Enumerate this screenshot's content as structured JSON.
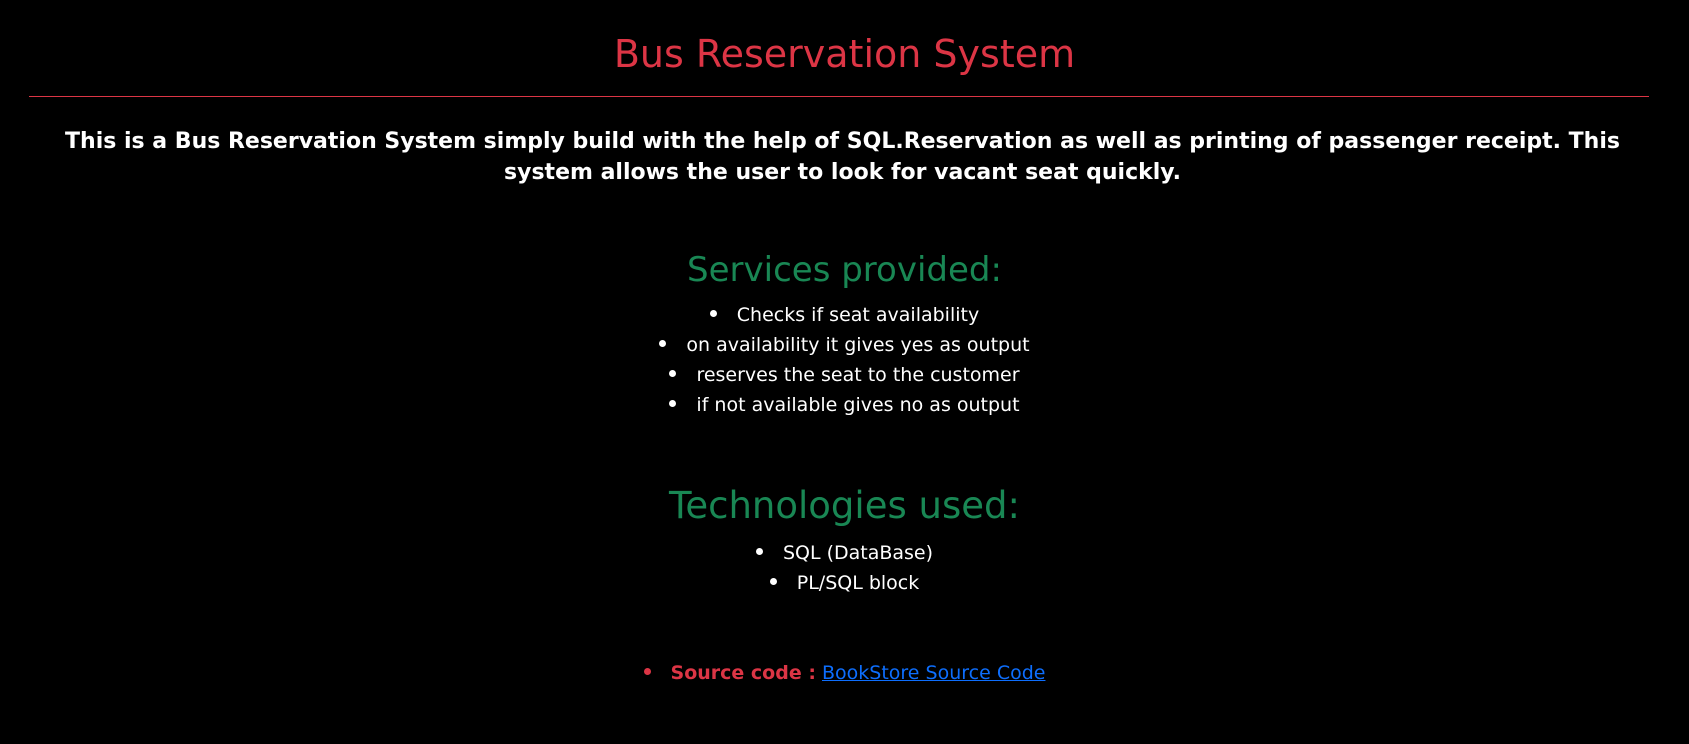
{
  "header": {
    "title": "Bus Reservation System"
  },
  "intro": {
    "text": "This is a Bus Reservation System simply build with the help of SQL.Reservation as well as printing of passenger receipt. This system allows the user to look for vacant seat quickly."
  },
  "services": {
    "heading": "Services provided:",
    "items": [
      "Checks if seat availability",
      "on availability it gives yes as output",
      "reserves the seat to the customer",
      "if not available gives no as output"
    ]
  },
  "technologies": {
    "heading": "Technologies used:",
    "items": [
      "SQL (DataBase)",
      "PL/SQL block"
    ]
  },
  "source": {
    "label": "Source code :",
    "link_text": "BookStore Source Code"
  },
  "colors": {
    "background": "#000000",
    "title": "#dc3545",
    "section_heading": "#198754",
    "text": "#ffffff",
    "link": "#0d6efd"
  }
}
